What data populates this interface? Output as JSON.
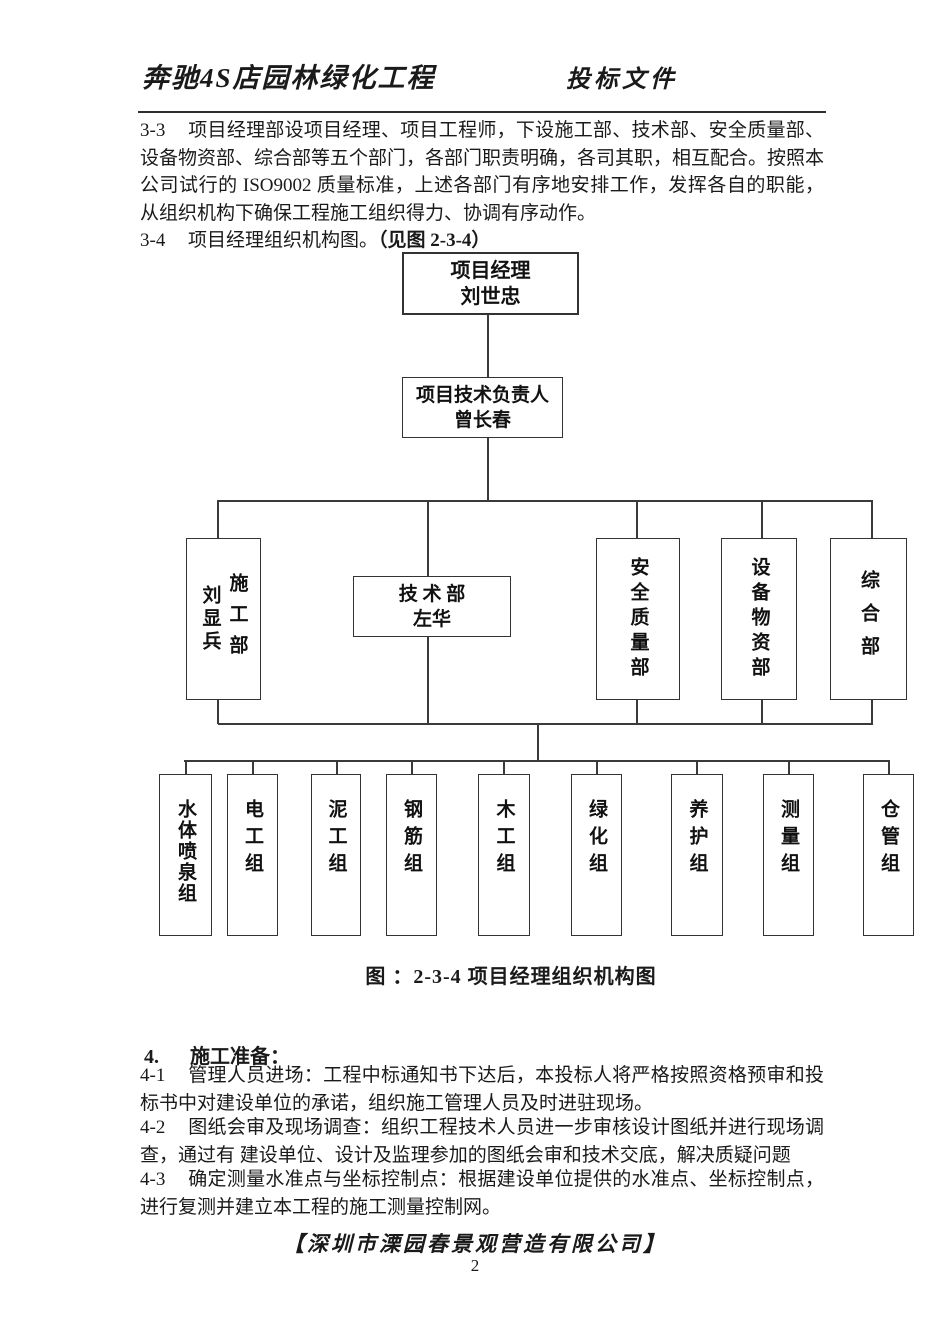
{
  "header": {
    "project_title": "奔驰4S店园林绿化工程",
    "doc_type": "投标文件"
  },
  "body": {
    "para_33_num": "3-3",
    "para_33_text": "项目经理部设项目经理、项目工程师，下设施工部、技术部、安全质量部、设备物资部、综合部等五个部门，各部门职责明确，各司其职，相互配合。按照本公司试行的 ISO9002 质量标准，上述各部门有序地安排工作，发挥各自的职能，从组织机构下确保工程施工组织得力、协调有序动作。",
    "para_34_num": "3-4",
    "para_34_text": "项目经理组织机构图。",
    "para_34_ref": "（见图 2-3-4）"
  },
  "org_chart": {
    "caption": "图 ：2-3-4 项目经理组织机构图",
    "level1": {
      "title": "项目经理",
      "name": "刘世忠"
    },
    "level2": {
      "title": "项目技术负责人",
      "name": "曾长春"
    },
    "level3": [
      {
        "title": "施工部",
        "name": "刘显兵"
      },
      {
        "title": "技 术 部",
        "name": "左华"
      },
      {
        "title": "安全质量部"
      },
      {
        "title": "设备物资部"
      },
      {
        "title": "综合部"
      }
    ],
    "level4": [
      "水体喷泉组",
      "电工组",
      "泥工组",
      "钢筋组",
      "木工组",
      "绿化组",
      "养护组",
      "测量组",
      "仓管组"
    ]
  },
  "section4": {
    "heading_num": "4.",
    "heading_text": "施工准备：",
    "items": [
      {
        "num": "4-1",
        "text": "管理人员进场：工程中标通知书下达后，本投标人将严格按照资格预审和投标书中对建设单位的承诺，组织施工管理人员及时进驻现场。"
      },
      {
        "num": "4-2",
        "text": "图纸会审及现场调查：组织工程技术人员进一步审核设计图纸并进行现场调查，通过有 建设单位、设计及监理参加的图纸会审和技术交底，解决质疑问题"
      },
      {
        "num": "4-3",
        "text": "确定测量水准点与坐标控制点：根据建设单位提供的水准点、坐标控制点，进行复测并建立本工程的施工测量控制网。"
      }
    ]
  },
  "footer": {
    "company": "【深圳市溧园春景观营造有限公司】",
    "page_number": "2"
  }
}
